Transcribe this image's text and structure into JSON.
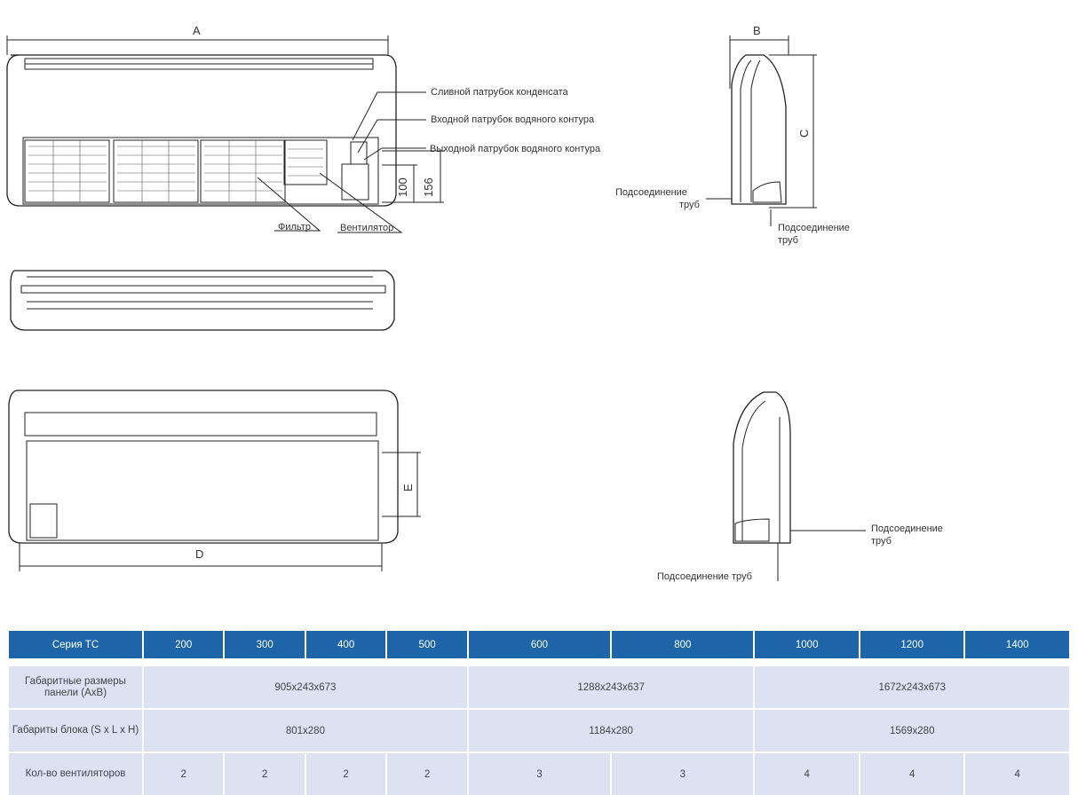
{
  "drawing": {
    "dims": {
      "a": "A",
      "b": "B",
      "c": "C",
      "d": "D",
      "e": "E",
      "h100": "100",
      "h156": "156"
    },
    "callouts": {
      "drain": "Сливной патрубок конденсата",
      "inlet": "Входной патрубок водяного контура",
      "outlet": "Выходной патрубок водяного контура",
      "filter": "Фильтр",
      "fan": "Вентилятор",
      "pipe_side_1a": "Подсоединение",
      "pipe_side_1b": "труб",
      "pipe_side_2a": "Подсоединение",
      "pipe_side_2b": "труб",
      "pipe_side_3a": "Подсоединение",
      "pipe_side_3b": "труб",
      "pipe_side_4": "Подсоединение труб"
    }
  },
  "table": {
    "header": [
      "Серия ТС",
      "200",
      "300",
      "400",
      "500",
      "600",
      "800",
      "1000",
      "1200",
      "1400"
    ],
    "rows": {
      "panel_label": "Габаритные  размеры панели (AxB)",
      "panel_g1": "905x243x673",
      "panel_g2": "1288x243x637",
      "panel_g3": "1672x243x673",
      "block_label": "Габариты блока (S x L x H)",
      "block_g1": "801x280",
      "block_g2": "1184x280",
      "block_g3": "1569x280",
      "fans_label": "Кол-во вентиляторов",
      "fans": [
        "2",
        "2",
        "2",
        "2",
        "3",
        "3",
        "4",
        "4",
        "4"
      ]
    }
  }
}
